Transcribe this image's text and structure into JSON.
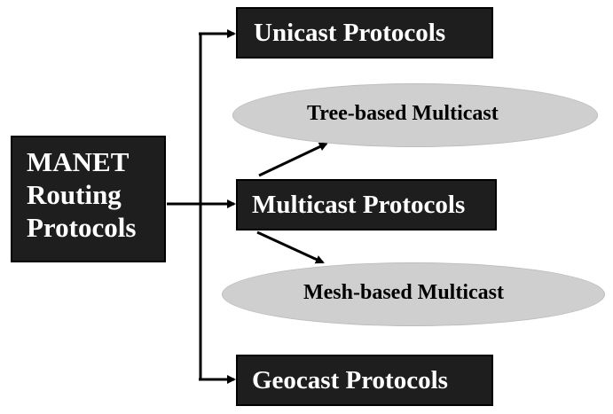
{
  "diagram": {
    "root": {
      "line1": "MANET",
      "line2": "Routing",
      "line3": "Protocols"
    },
    "unicast": "Unicast Protocols",
    "multicast": "Multicast Protocols",
    "geocast": "Geocast Protocols",
    "tree_based": "Tree-based Multicast",
    "mesh_based": "Mesh-based Multicast"
  },
  "colors": {
    "box_fill": "#1e1e1e",
    "box_text": "#ffffff",
    "ellipse_fill": "#cfcfcf",
    "arrow": "#000000"
  }
}
